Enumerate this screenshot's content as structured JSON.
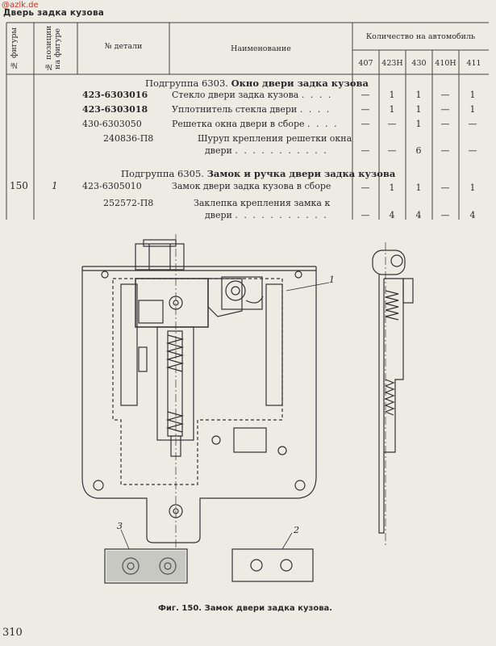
{
  "watermark": "@azlk.de",
  "running_head": "Дверь задка кузова",
  "table": {
    "headers": {
      "fig_no": "№ фигуры",
      "pos_no": "№ позиции на фигуре",
      "part_no": "№ детали",
      "name": "Наименование",
      "qty_group": "Количество на автомобиль",
      "models": [
        "407",
        "423Н",
        "430",
        "410Н",
        "411"
      ]
    },
    "subgroup1": {
      "prefix": "Подгруппа 6303.",
      "title": "Окно двери задка кузова"
    },
    "rows1": [
      {
        "part": "423-6303016",
        "name": "Стекло двери задка кузова",
        "dots": ". . . .",
        "qty": [
          "—",
          "1",
          "1",
          "—",
          "1"
        ]
      },
      {
        "part": "423-6303018",
        "name": "Уплотнитель стекла двери",
        "dots": ". . . .",
        "qty": [
          "—",
          "1",
          "1",
          "—",
          "1"
        ]
      },
      {
        "part": "430-6303050",
        "name": "Решетка окна двери в сборе",
        "dots": ". . . .",
        "qty": [
          "—",
          "—",
          "1",
          "—",
          "—"
        ]
      },
      {
        "part": "240836-П8",
        "name": "Шуруп крепления решетки окна",
        "name2": "двери",
        "dots": ". . . . . . . . . . .",
        "qty": [
          "—",
          "—",
          "6",
          "—",
          "—"
        ]
      }
    ],
    "subgroup2": {
      "prefix": "Подгруппа 6305.",
      "title": "Замок и ручка двери задка кузова"
    },
    "fig_number": "150",
    "pos_number": "1",
    "rows2": [
      {
        "part": "423-6305010",
        "name": "Замок двери задка кузова в сборе",
        "dots": "",
        "qty": [
          "—",
          "1",
          "1",
          "—",
          "1"
        ]
      },
      {
        "part": "252572-П8",
        "name": "Заклепка крепления замка к",
        "name2": "двери",
        "dots": ". . . . . . . . . . .",
        "qty": [
          "—",
          "4",
          "4",
          "—",
          "4"
        ]
      }
    ]
  },
  "figure": {
    "callouts": [
      "1",
      "2",
      "3"
    ],
    "caption": "Фиг. 150. Замок двери задка кузова."
  },
  "page_number": "310"
}
